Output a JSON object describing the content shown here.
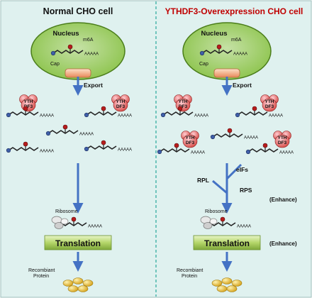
{
  "panels": {
    "left": {
      "title": "Normal CHO cell",
      "nucleus_label": "Nucleus",
      "m6a_label": "m6A",
      "cap_label": "Cap",
      "export_label": "Export",
      "ribosome_label": "Ribosome",
      "translation_label": "Translation",
      "product_label_line1": "Recombiant",
      "product_label_line2": "Protein"
    },
    "right": {
      "title": "YTHDF3-Overexpression CHO cell",
      "nucleus_label": "Nucleus",
      "m6a_label": "m6A",
      "cap_label": "Cap",
      "export_label": "Export",
      "ribosome_label": "Ribosome",
      "translation_label": "Translation",
      "product_label_line1": "Recombiant",
      "product_label_line2": "Protein",
      "rpl_label": "RPL",
      "eifs_label": "eIFs",
      "rps_label": "RPS",
      "enhance_label_1": "(Enhance)",
      "enhance_label_2": "(Enhance)"
    }
  },
  "mrna_tail": "AAAAA",
  "yth_line1": "YTH",
  "yth_line2": "DF3",
  "colors": {
    "background": "#dff1ef",
    "nucleus_fill": "#aed581",
    "nucleus_stroke": "#4a7d1a",
    "arrow": "#4472c4",
    "title_left": "#000000",
    "title_right": "#c00000",
    "divider": "#26a69a",
    "translation_box": "#a5c85a",
    "protein": "#e8c24a",
    "yth_fill": "#e57373",
    "pore": "#f4a582"
  }
}
